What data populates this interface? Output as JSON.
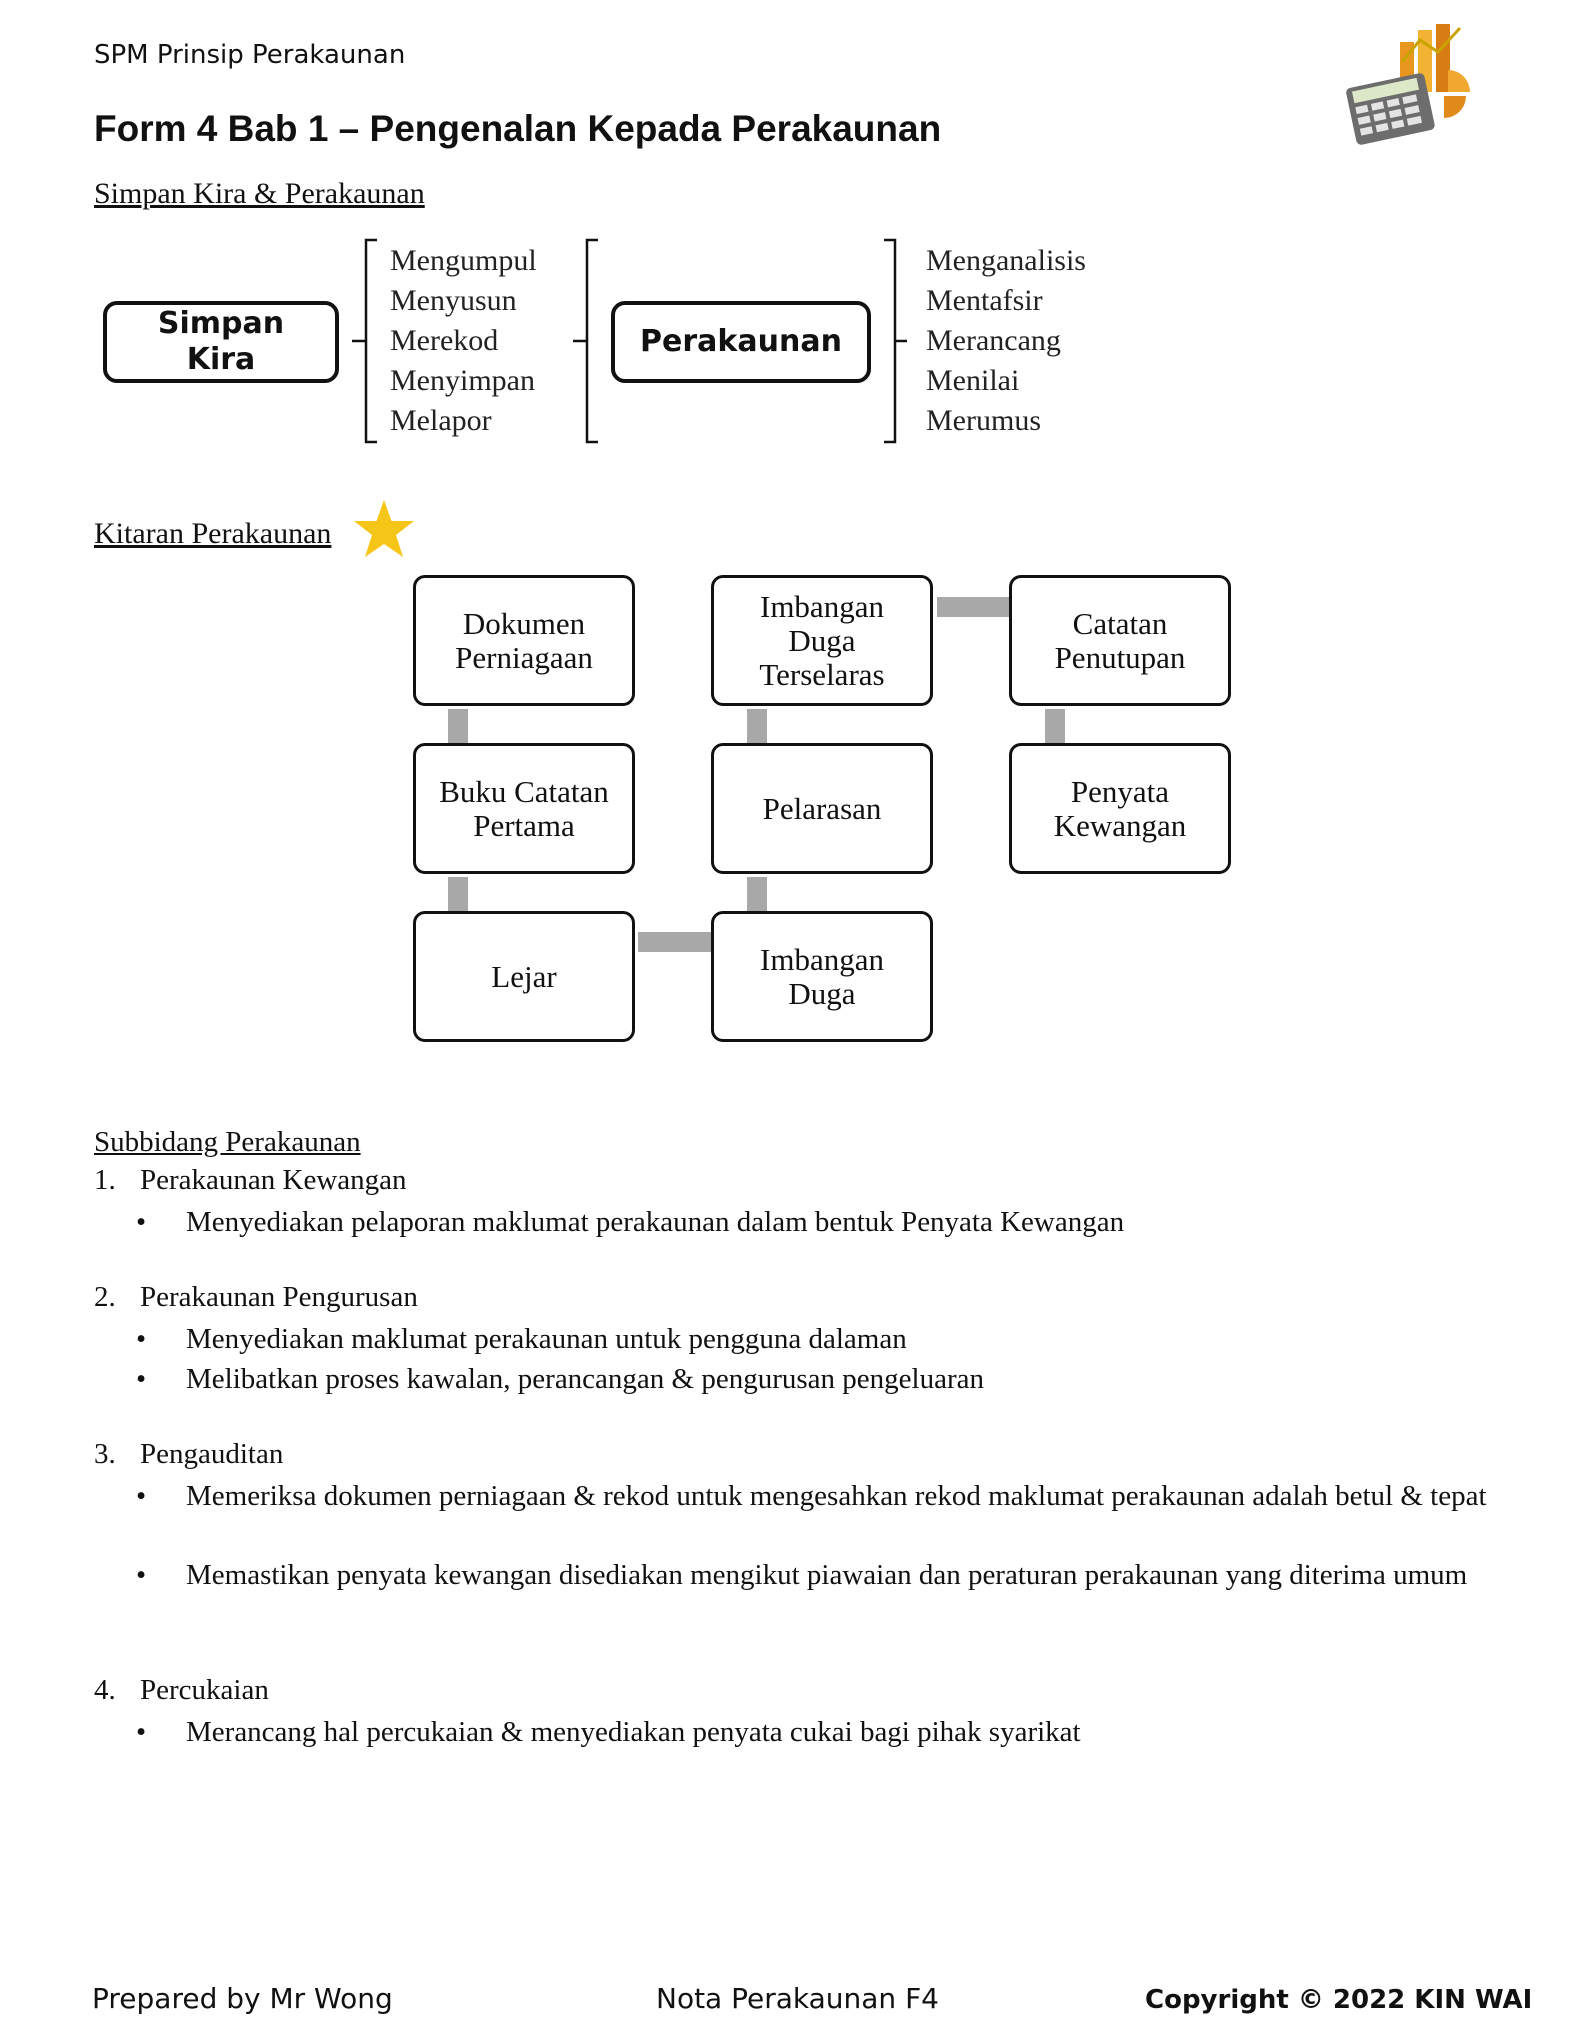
{
  "header": {
    "subject": "SPM Prinsip Perakaunan",
    "title": "Form 4 Bab 1 – Pengenalan Kepada Perakaunan"
  },
  "section1": {
    "heading": "Simpan Kira & Perakaunan",
    "left_box": "Simpan Kira",
    "left_items": [
      "Mengumpul",
      "Menyusun",
      "Merekod",
      "Menyimpan",
      "Melapor"
    ],
    "center_box": "Perakaunan",
    "right_items": [
      "Menganalisis",
      "Mentafsir",
      "Merancang",
      "Menilai",
      "Merumus"
    ]
  },
  "section2": {
    "heading": "Kitaran Perakaunan",
    "star_color": "#F5C518",
    "boxes": {
      "dokumen": "Dokumen\nPerniagaan",
      "buku": "Buku Catatan\nPertama",
      "lejar": "Lejar",
      "imbangan_duga": "Imbangan\nDuga",
      "pelarasan": "Pelarasan",
      "imbangan_terselaras": "Imbangan\nDuga\nTerselaras",
      "catatan": "Catatan\nPenutupan",
      "penyata": "Penyata\nKewangan"
    }
  },
  "section3": {
    "heading": "Subbidang Perakaunan",
    "items": [
      {
        "num": "1.",
        "title": "Perakaunan Kewangan",
        "bullets": [
          "Menyediakan pelaporan maklumat perakaunan dalam bentuk Penyata Kewangan"
        ]
      },
      {
        "num": "2.",
        "title": "Perakaunan Pengurusan",
        "bullets": [
          "Menyediakan maklumat perakaunan untuk pengguna dalaman",
          "Melibatkan proses kawalan, perancangan & pengurusan pengeluaran"
        ]
      },
      {
        "num": "3.",
        "title": "Pengauditan",
        "bullets": [
          "Memeriksa dokumen perniagaan & rekod untuk mengesahkan rekod maklumat perakaunan adalah betul & tepat",
          "Memastikan penyata kewangan disediakan mengikut piawaian dan peraturan perakaunan yang diterima umum"
        ]
      },
      {
        "num": "4.",
        "title": "Percukaian",
        "bullets": [
          "Merancang hal percukaian & menyediakan penyata cukai bagi pihak syarikat"
        ]
      }
    ]
  },
  "footer": {
    "left": "Prepared by Mr Wong",
    "center": "Nota Perakaunan F4",
    "right": "Copyright © 2022 KIN WAI"
  }
}
